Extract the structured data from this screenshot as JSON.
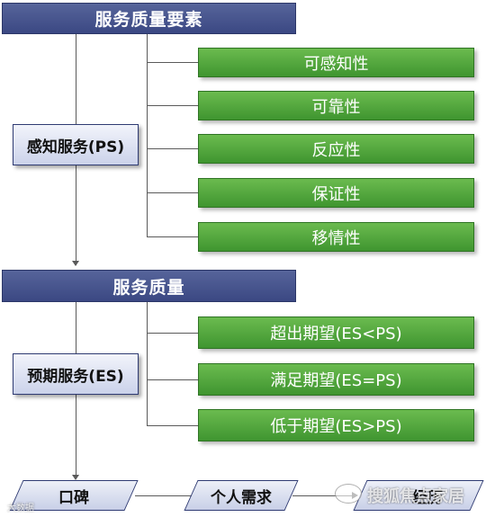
{
  "top_header": "服务质量要素",
  "dimensions": [
    "可感知性",
    "可靠性",
    "反应性",
    "保证性",
    "移情性"
  ],
  "perceived_service": "感知服务(PS)",
  "middle_header": "服务质量",
  "outcomes": [
    "超出期望(ES<PS)",
    "满足期望(ES=PS)",
    "低于期望(ES>PS)"
  ],
  "expected_service": "预期服务(ES)",
  "sources": [
    "口碑",
    "个人需求",
    "经历"
  ],
  "watermark": "搜狐焦点家居",
  "corner_mark": "大数据",
  "colors": {
    "header_blue": "#3b4883",
    "green": "#4aa13a",
    "light_box": "#dde2f2",
    "line": "#5a5a5a"
  }
}
